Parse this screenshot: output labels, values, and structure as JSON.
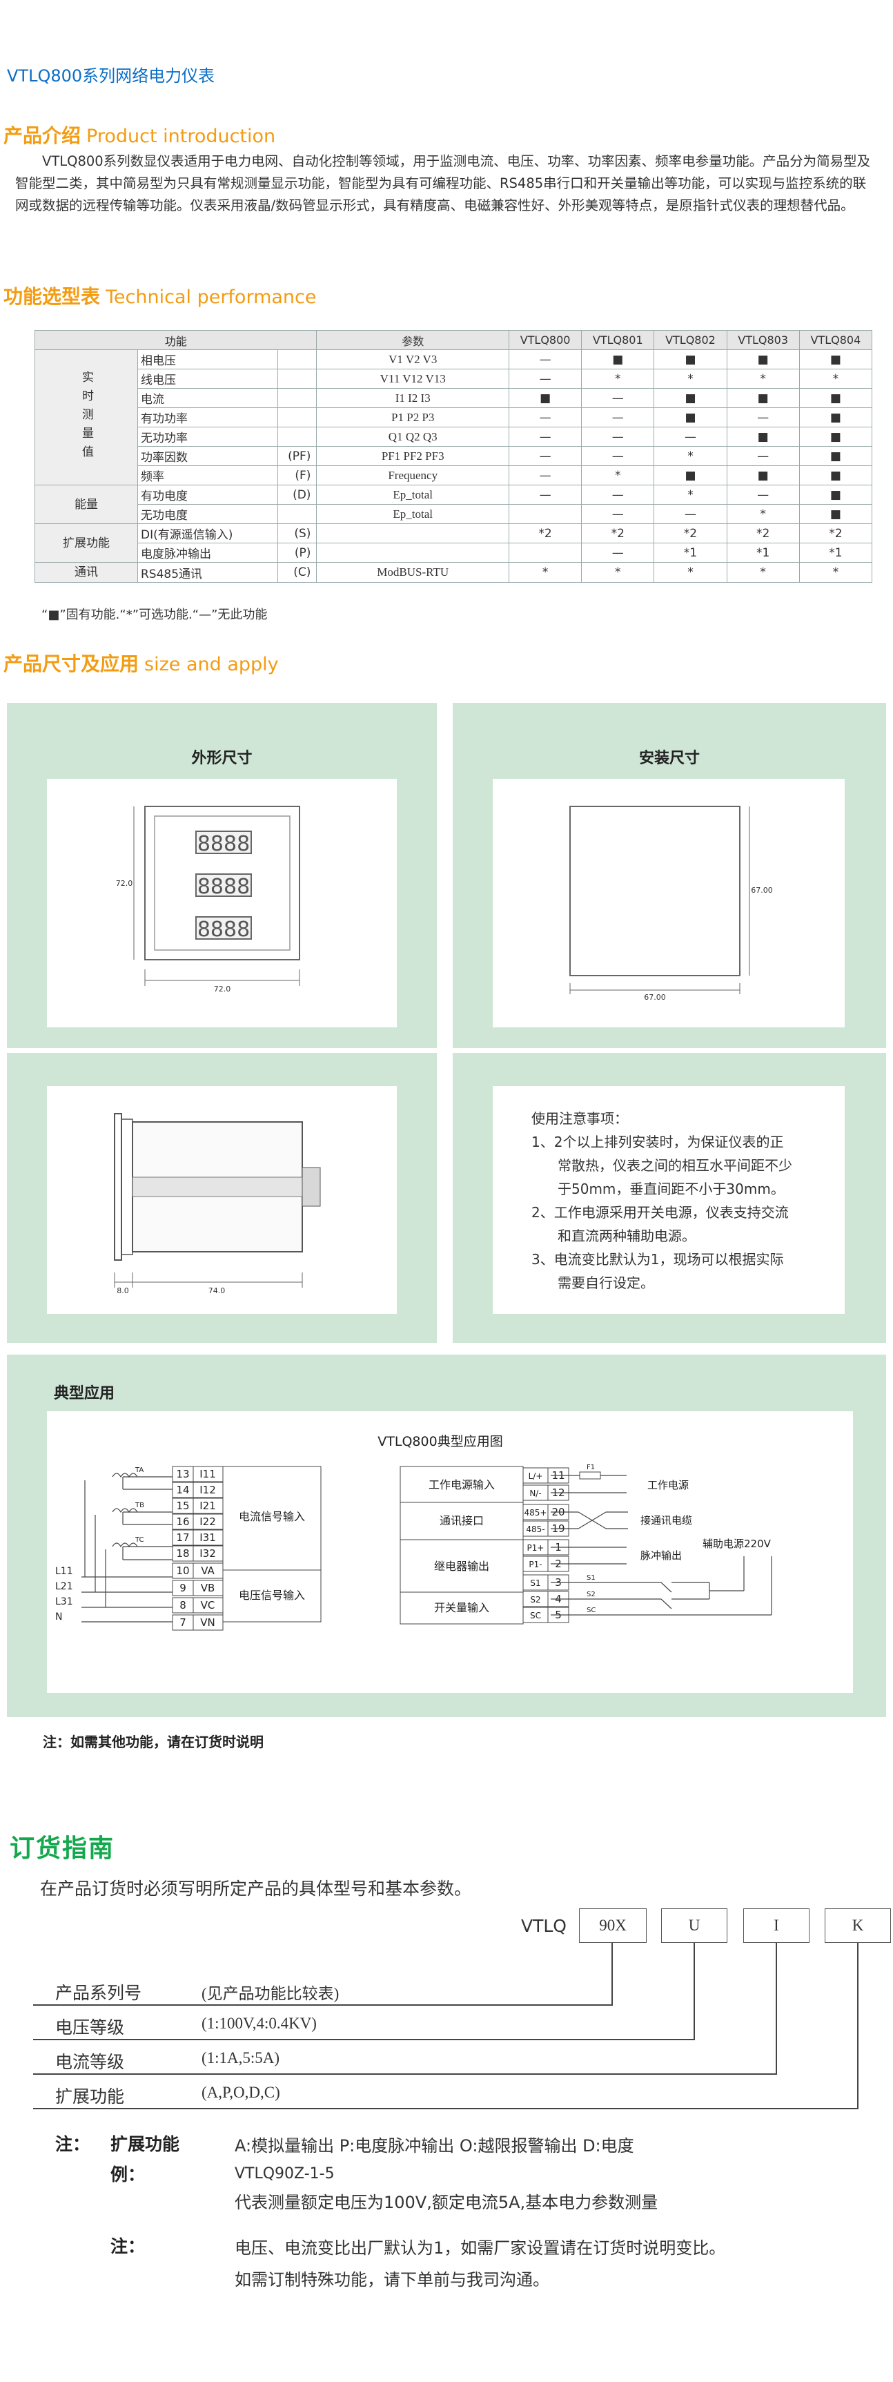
{
  "page_title": "VTLQ800系列网络电力仪表",
  "intro": {
    "heading_cn": "产品介绍",
    "heading_en": "Product introduction",
    "text": "VTLQ800系列数显仪表适用于电力电网、自动化控制等领域，用于监测电流、电压、功率、功率因素、频率电参量功能。产品分为简易型及智能型二类，其中简易型为只具有常规测量显示功能，智能型为具有可编程功能、RS485串行口和开关量输出等功能，可以实现与监控系统的联网或数据的远程传输等功能。仪表采用液晶/数码管显示形式，具有精度高、电磁兼容性好、外形美观等特点，是原指针式仪表的理想替代品。"
  },
  "tech": {
    "heading_cn": "功能选型表",
    "heading_en": "Technical performance",
    "headers": [
      "功能",
      "参数",
      "VTLQ800",
      "VTLQ801",
      "VTLQ802",
      "VTLQ803",
      "VTLQ804"
    ],
    "groups": [
      "实时测量值",
      "能量",
      "扩展功能",
      "通讯"
    ],
    "rows": [
      {
        "func": "相电压",
        "code": "",
        "param": "V1 V2 V3",
        "m": [
          "—",
          "■",
          "■",
          "■",
          "■"
        ]
      },
      {
        "func": "线电压",
        "code": "",
        "param": "V11 V12 V13",
        "m": [
          "—",
          "*",
          "*",
          "*",
          "*"
        ]
      },
      {
        "func": "电流",
        "code": "",
        "param": "I1 I2 I3",
        "m": [
          "■",
          "—",
          "■",
          "■",
          "■"
        ]
      },
      {
        "func": "有功功率",
        "code": "",
        "param": "P1 P2 P3",
        "m": [
          "—",
          "—",
          "■",
          "—",
          "■"
        ]
      },
      {
        "func": "无功功率",
        "code": "",
        "param": "Q1 Q2 Q3",
        "m": [
          "—",
          "—",
          "—",
          "■",
          "■"
        ]
      },
      {
        "func": "功率因数",
        "code": "(PF)",
        "param": "PF1 PF2 PF3",
        "m": [
          "—",
          "—",
          "*",
          "—",
          "■"
        ]
      },
      {
        "func": "频率",
        "code": "(F)",
        "param": "Frequency",
        "m": [
          "—",
          "*",
          "■",
          "■",
          "■"
        ]
      },
      {
        "func": "有功电度",
        "code": "(D)",
        "param": "Ep_total",
        "m": [
          "—",
          "—",
          "*",
          "—",
          "■"
        ]
      },
      {
        "func": "无功电度",
        "code": "",
        "param": "Ep_total",
        "m": [
          "",
          "—",
          "—",
          "*",
          "■"
        ]
      },
      {
        "func": "DI(有源遥信输入)",
        "code": "(S)",
        "param": "",
        "m": [
          "*2",
          "*2",
          "*2",
          "*2",
          "*2"
        ]
      },
      {
        "func": "电度脉冲输出",
        "code": "(P)",
        "param": "",
        "m": [
          "",
          "—",
          "*1",
          "*1",
          "*1"
        ]
      },
      {
        "func": "RS485通讯",
        "code": "(C)",
        "param": "ModBUS-RTU",
        "m": [
          "*",
          "*",
          "*",
          "*",
          "*"
        ]
      }
    ],
    "legend": "“■”固有功能.“*”可选功能.“—”无此功能"
  },
  "size": {
    "heading_cn": "产品尺寸及应用",
    "heading_en": "size and apply",
    "outer_title": "外形尺寸",
    "install_title": "安装尺寸",
    "outer_dim_w": "72.0",
    "outer_dim_h": "72.0",
    "install_dim_w": "67.00",
    "install_dim_h": "67.00",
    "side_dim_a": "8.0",
    "side_dim_b": "74.0",
    "notes": [
      "使用注意事项：",
      "1、2个以上排列安装时，为保证仪表的正",
      "常散热，仪表之间的相互水平间距不少",
      "于50mm，垂直间距不小于30mm。",
      "2、工作电源采用开关电源，仪表支持交流",
      "和直流两种辅助电源。",
      "3、电流变比默认为1，现场可以根据实际",
      "需要自行设定。"
    ],
    "app_title": "典型应用",
    "diagram": {
      "title": "VTLQ800典型应用图",
      "current_label": "电流信号输入",
      "voltage_label": "电压信号输入",
      "power_label": "工作电源输入",
      "comm_label": "通讯接口",
      "relay_label": "继电器输出",
      "switch_label": "开关量输入",
      "left_nums": [
        "13",
        "14",
        "15",
        "16",
        "17",
        "18",
        "10",
        "9",
        "8",
        "7"
      ],
      "left_names": [
        "I11",
        "I12",
        "I21",
        "I22",
        "I31",
        "I32",
        "VA",
        "VB",
        "VC",
        "VN"
      ],
      "right_names": [
        "L/+",
        "N/-",
        "485+",
        "485-",
        "P1+",
        "P1-",
        "S1",
        "S2",
        "SC"
      ],
      "right_nums": [
        "11",
        "12",
        "20",
        "19",
        "1",
        "2",
        "3",
        "4",
        "5"
      ],
      "line_labels": [
        "L11",
        "L21",
        "L31",
        "N"
      ],
      "ct_labels": [
        "TA",
        "TB",
        "TC"
      ],
      "fuse": "F1",
      "power_out": "工作电源",
      "comm_out": "接通讯电缆",
      "pulse_out": "脉冲输出",
      "aux_out": "辅助电源220V",
      "s1": "S1",
      "s2": "S2",
      "sc": "SC"
    },
    "footnote": "注：如需其他功能，请在订货时说明"
  },
  "order": {
    "heading": "订货指南",
    "desc": "在产品订货时必须写明所定产品的具体型号和基本参数。",
    "prefix": "VTLQ",
    "boxes": [
      "90X",
      "U",
      "I",
      "K"
    ],
    "rows": [
      {
        "label": "产品系列号",
        "value": "(见产品功能比较表)"
      },
      {
        "label": "电压等级",
        "value": "(1:100V,4:0.4KV)"
      },
      {
        "label": "电流等级",
        "value": "(1:1A,5:5A)"
      },
      {
        "label": "扩展功能",
        "value": "(A,P,O,D,C)"
      }
    ],
    "note_label": "注：",
    "ext_label": "扩展功能",
    "ext_text": "A:模拟量输出 P:电度脉冲输出 O:越限报警输出 D:电度",
    "example_label": "例：",
    "example_model": "VTLQ90Z-1-5",
    "example_text": "代表测量额定电压为100V,额定电流5A,基本电力参数测量",
    "note2_label": "注：",
    "note2_text": "电压、电流变比出厂默认为1，如需厂家设置请在订货时说明变比。",
    "note3_text": "如需订制特殊功能，请下单前与我司沟通。"
  }
}
